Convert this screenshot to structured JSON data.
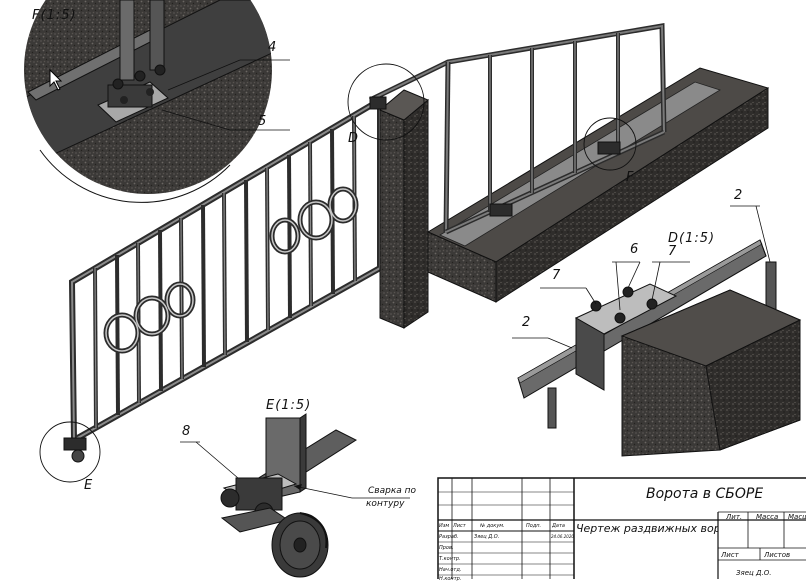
{
  "views": {
    "f": "F(1:5)",
    "d": "D(1:5)",
    "e": "E(1:5)"
  },
  "detail_marks": {
    "d": "D",
    "f": "F",
    "e": "E"
  },
  "callouts": {
    "c4": "4",
    "c5": "5",
    "c2_top": "2",
    "c2_mid": "2",
    "c6": "6",
    "c7_left": "7",
    "c7_right": "7",
    "c8": "8"
  },
  "weld_note": {
    "line1": "Сварка по",
    "line2": "контуру"
  },
  "title_block": {
    "assembly": "Ворота в СБОРЕ",
    "drawing_name": "Чертеж раздвижных ворот",
    "col_headers": [
      "Изм",
      "Лист",
      "№ докум.",
      "Подп.",
      "Дата"
    ],
    "row_labels": [
      "Разраб.",
      "Пров.",
      "Т.контр.",
      "Нач.отд.",
      "Н.контр."
    ],
    "developer": "Зяец Д.О.",
    "date": "24.06.2020",
    "lit": "Лит.",
    "mass": "Масса",
    "scale": "Масштаб",
    "sheet": "Лист",
    "sheets": "Листов",
    "author_bottom": "Зяец Д.О."
  },
  "colors": {
    "line": "#111111",
    "steel": "#4a4a4a",
    "steel_dark": "#2c2c2c",
    "concrete": "#3a3836",
    "concrete_light": "#5a5754",
    "pad": "#bdbdbd"
  }
}
